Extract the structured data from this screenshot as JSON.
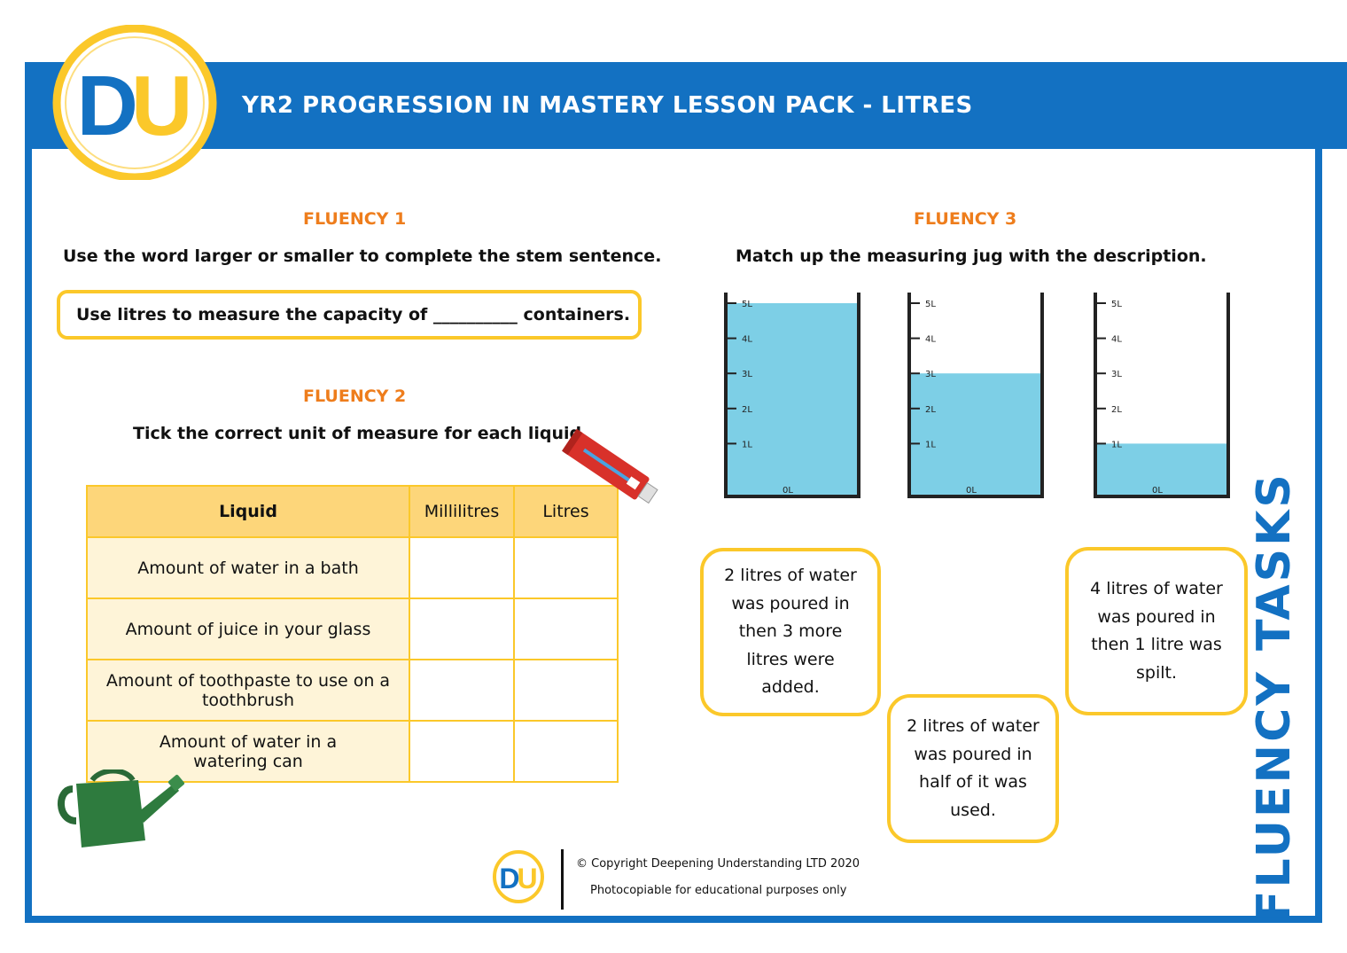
{
  "header": {
    "title": "YR2 PROGRESSION IN MASTERY LESSON PACK - LITRES",
    "logo_text": "DU"
  },
  "colors": {
    "brand_blue": "#1371c2",
    "accent_yellow": "#fbc82a",
    "heading_orange": "#ee7d1c",
    "water": "#7dcfe6"
  },
  "fluency1": {
    "heading": "FLUENCY 1",
    "instruction": "Use the word larger or smaller to complete the stem sentence.",
    "stem": "Use litres to measure the capacity of __________ containers."
  },
  "fluency2": {
    "heading": "FLUENCY 2",
    "instruction": "Tick the correct unit of measure for each liquid.",
    "table": {
      "headers": [
        "Liquid",
        "Millilitres",
        "Litres"
      ],
      "rows": [
        "Amount of water in a bath",
        "Amount of juice in your glass",
        "Amount of toothpaste to use on a toothbrush",
        "Amount of water in a  watering can"
      ]
    }
  },
  "fluency3": {
    "heading": "FLUENCY 3",
    "instruction": "Match up the measuring jug with the description.",
    "scale_labels": [
      "5L",
      "4L",
      "3L",
      "2L",
      "1L",
      "0L"
    ],
    "jugs": [
      {
        "litres": 5
      },
      {
        "litres": 3
      },
      {
        "litres": 1
      }
    ],
    "descriptions": [
      {
        "lines": [
          "2 litres of water",
          "was poured in",
          "then 3 more",
          "litres were",
          "added."
        ]
      },
      {
        "lines": [
          "4 litres of water",
          "was poured in",
          "then 1 litre was",
          "spilt."
        ]
      },
      {
        "lines": [
          "2 litres of water",
          "was poured in",
          "half of it was",
          "used."
        ]
      }
    ]
  },
  "side_title": "FLUENCY TASKS",
  "footer": {
    "logo_text": "DU",
    "copyright": "© Copyright Deepening Understanding LTD 2020",
    "photocopiable": "Photocopiable for educational purposes only"
  }
}
